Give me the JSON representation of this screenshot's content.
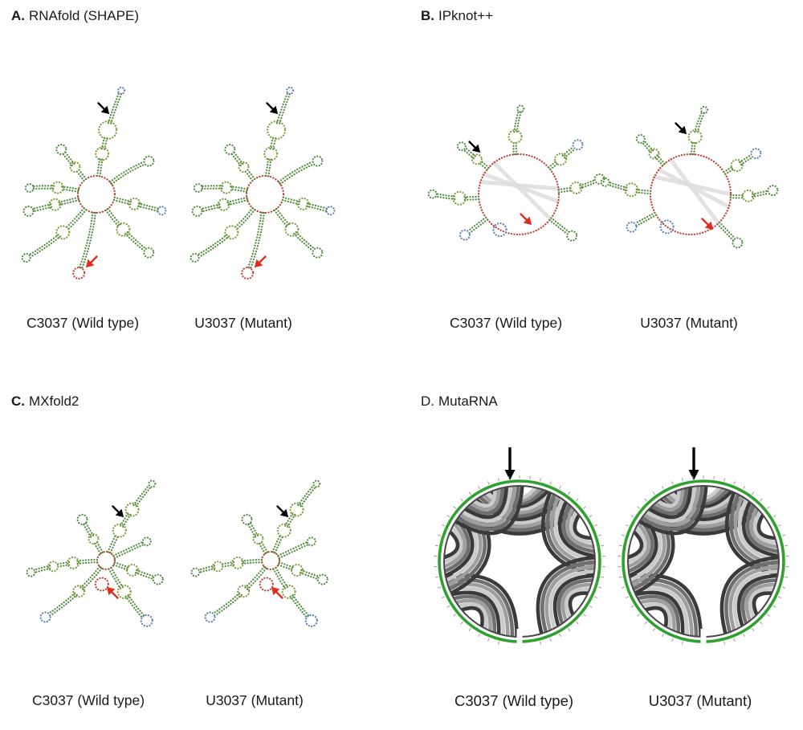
{
  "panels": [
    {
      "id": "A",
      "title_prefix": "A.",
      "title": "RNAfold (SHAPE)",
      "left_label": "C3037 (Wild type)",
      "right_label": "U3037 (Mutant)"
    },
    {
      "id": "B",
      "title_prefix": "B.",
      "title": "IPknot++",
      "left_label": "C3037 (Wild type)",
      "right_label": "U3037 (Mutant)"
    },
    {
      "id": "C",
      "title_prefix": "C.",
      "title": "MXfold2",
      "left_label": "C3037 (Wild type)",
      "right_label": "U3037 (Mutant)"
    },
    {
      "id": "D",
      "title_prefix": "D.",
      "title": "MutaRNA",
      "left_label": "C3037 (Wild type)",
      "right_label": "U3037 (Mutant)"
    }
  ],
  "colors": {
    "stem_green": "#4d8c3b",
    "bulge_yellow_green": "#7d9c3a",
    "loop_red": "#c63a2e",
    "accent_blue": "#5b7fb4",
    "ring_green": "#2ea12e",
    "chord_dark": "#3a3a3a",
    "arrow_black": "#000000",
    "arrow_red": "#e02b1d"
  }
}
